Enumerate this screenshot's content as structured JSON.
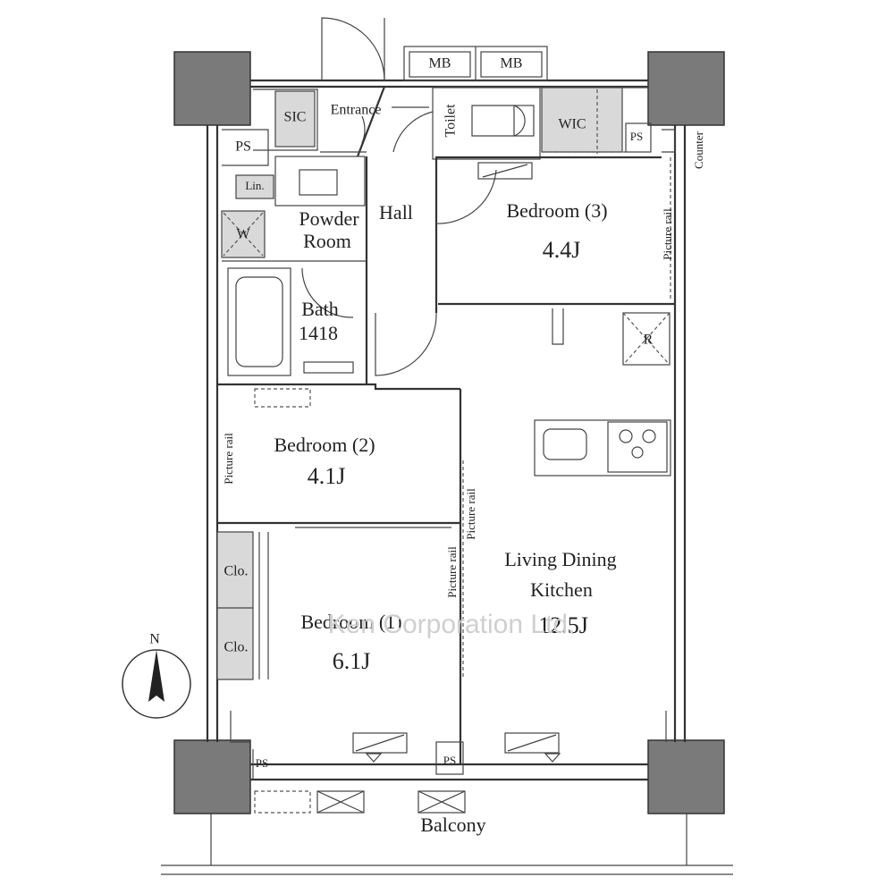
{
  "labels": {
    "mb1": "MB",
    "mb2": "MB",
    "sic": "SIC",
    "entrance": "Entrance",
    "toilet": "Toilet",
    "wic": "WIC",
    "ps_left": "PS",
    "ps_right": "PS",
    "ps_bottom_left": "PS",
    "ps_bottom_mid": "PS",
    "counter": "Counter",
    "lin": "Lin.",
    "w": "W",
    "powder_room_1": "Powder",
    "powder_room_2": "Room",
    "hall": "Hall",
    "bedroom3": "Bedroom (3)",
    "bedroom3_size": "4.4J",
    "picture_rail_b3": "Picture rail",
    "bath": "Bath",
    "bath_size": "1418",
    "refrigerator": "R",
    "bedroom2": "Bedroom (2)",
    "bedroom2_size": "4.1J",
    "picture_rail_b2": "Picture rail",
    "picture_rail_b1": "Picture rail",
    "picture_rail_ldk": "Picture rail",
    "ldk_1": "Living Dining",
    "ldk_2": "Kitchen",
    "ldk_size": "12.5J",
    "clo1": "Clo.",
    "clo2": "Clo.",
    "bedroom1": "Bedroom (1)",
    "bedroom1_size": "6.1J",
    "balcony": "Balcony",
    "north": "N",
    "watermark": "Ken Corporation Ltd."
  }
}
